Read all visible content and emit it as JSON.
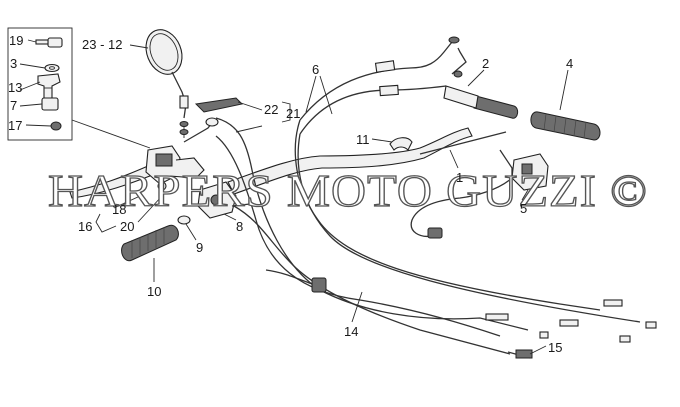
{
  "callouts": {
    "c19": "19",
    "c3": "3",
    "c13": "13",
    "c7": "7",
    "c17": "17",
    "c23_12": "23 - 12",
    "c6": "6",
    "c2": "2",
    "c4": "4",
    "c22": "22",
    "c21": "21",
    "c11": "11",
    "c1": "1",
    "c5": "5",
    "c18": "18",
    "c16": "16",
    "c20": "20",
    "c9": "9",
    "c8": "8",
    "c10": "10",
    "c14": "14",
    "c15": "15"
  },
  "watermark": "HARPERS MOTO GUZZI ©"
}
